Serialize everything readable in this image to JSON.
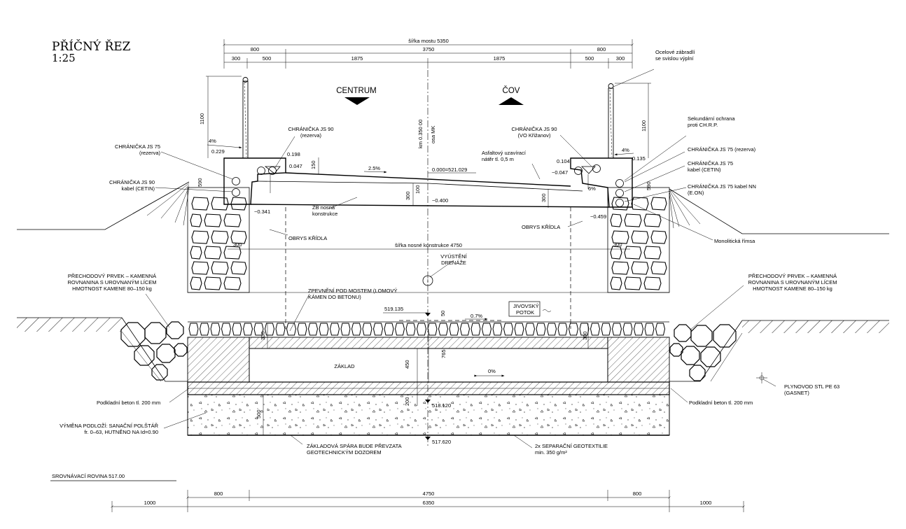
{
  "title": {
    "name": "PŘÍČNÝ ŘEZ",
    "scale": "1:25"
  },
  "dims_top": {
    "total": "šířka mostu 5350",
    "row2": [
      "800",
      "3750",
      "800"
    ],
    "row3": [
      "300",
      "500",
      "1875",
      "1875",
      "500",
      "300"
    ]
  },
  "directions": {
    "left": "CENTRUM",
    "right": "ČOV"
  },
  "heights": {
    "left_railing": "1100",
    "right_railing": "1100",
    "axis": "km 0.350 00\nosa MK"
  },
  "levels": {
    "road": "0.000=521.029",
    "under": "−0.400",
    "left_edge": "−0.341",
    "right_edge": "−0.459",
    "left_top": "0.198",
    "left_step": "0.047",
    "right_top": "0.104",
    "right_step": "−0.047",
    "left_rail": "0.229",
    "right_rail": "0.135",
    "water": "519.135",
    "bottom_mid": "518.120",
    "bottom": "517.620"
  },
  "slopes": {
    "road": "2.5%",
    "left_rail": "4%",
    "right_rail": "4%",
    "right_cornice": "6%",
    "water": "0.7%",
    "base": "0%"
  },
  "small_dims": {
    "d150": "150",
    "d100": "100",
    "d300a": "300",
    "d300b": "300",
    "d590l": "590",
    "d590r": "590",
    "w300l": "300",
    "w300r": "300",
    "s330l": "330",
    "s300r": "300",
    "d50": "50",
    "d765": "765",
    "d450": "450",
    "d200": "200",
    "d500": "500"
  },
  "labels": {
    "railing": "Ocelové zábradlí\nse svislou výplní",
    "ch90_res_l": "CHRÁNIČKA JS 90\n(rezerva)",
    "ch90_vo": "CHRÁNIČKA JS 90\n(VO Křižanov)",
    "ch75_res_l": "CHRÁNIČKA JS 75\n(rezerva)",
    "ch90_cetin_l": "CHRÁNIČKA JS 90\nkabel  (CETIN)",
    "secondary": "Sekundární ochrana\nproti CH.R.P.",
    "ch75_res_r": "CHRÁNIČKA JS 75 (rezerva)",
    "ch75_cetin_r": "CHRÁNIČKA JS 75\nkabel (CETIN)",
    "ch75_nn": "CHRÁNIČKA JS 75 kabel NN\n(E.ON)",
    "asphalt": "Asfaltový uzavírací\nnátěr tl. 0,5 m",
    "deck": "ŽB nosná\nkonstrukce",
    "wing_l": "OBRYS KŘÍDLA",
    "wing_r": "OBRYS KŘÍDLA",
    "cornice": "Monolitická římsa",
    "deck_width": "šířka nosné konstrukce 4750",
    "drain": "VYÚSTĚNÍ\nDRENÁŽE",
    "trans_l": "PŘECHODOVÝ PRVEK – KAMENNÁ\nROVNANINA S UROVNANÝM LÍCEM\nHMOTNOST KAMENE 80–150 kg",
    "trans_r": "PŘECHODOVÝ PRVEK – KAMENNÁ\nROVNANINA S UROVNANÝM LÍCEM\nHMOTNOST KAMENE 80–150 kg",
    "paving": "ZPEVNĚNÍ POD MOSTEM (LOMOVÝ\nKÁMEN DO BETONU)",
    "stream": "JIVOVSKÝ\nPOTOK",
    "base": "ZÁKLAD",
    "subbase_l": "Podkladní beton tl. 200 mm",
    "subbase_r": "Podkladní beton tl. 200 mm",
    "cushion": "VÝMĚNA PODLOŽÍ: SANAČNÍ POLŠTÁŘ\nfr. 0–63, HUTNĚNO NA Id=0.90",
    "joint": "ZÁKLADOVÁ SPÁRA BUDE PŘEVZATA\nGEOTECHNICKÝM DOZOREM",
    "geotextile": "2x SEPARAČNÍ GEOTEXTILIE\nmin. 350 g/m²",
    "gas": "PLYNOVOD STL PE 63\n(GASNET)",
    "datum": "SROVNÁVACÍ ROVINA 517.00"
  },
  "dims_bottom": {
    "row1": [
      "800",
      "4750",
      "800"
    ],
    "row2": [
      "1000",
      "6350",
      "1000"
    ]
  }
}
